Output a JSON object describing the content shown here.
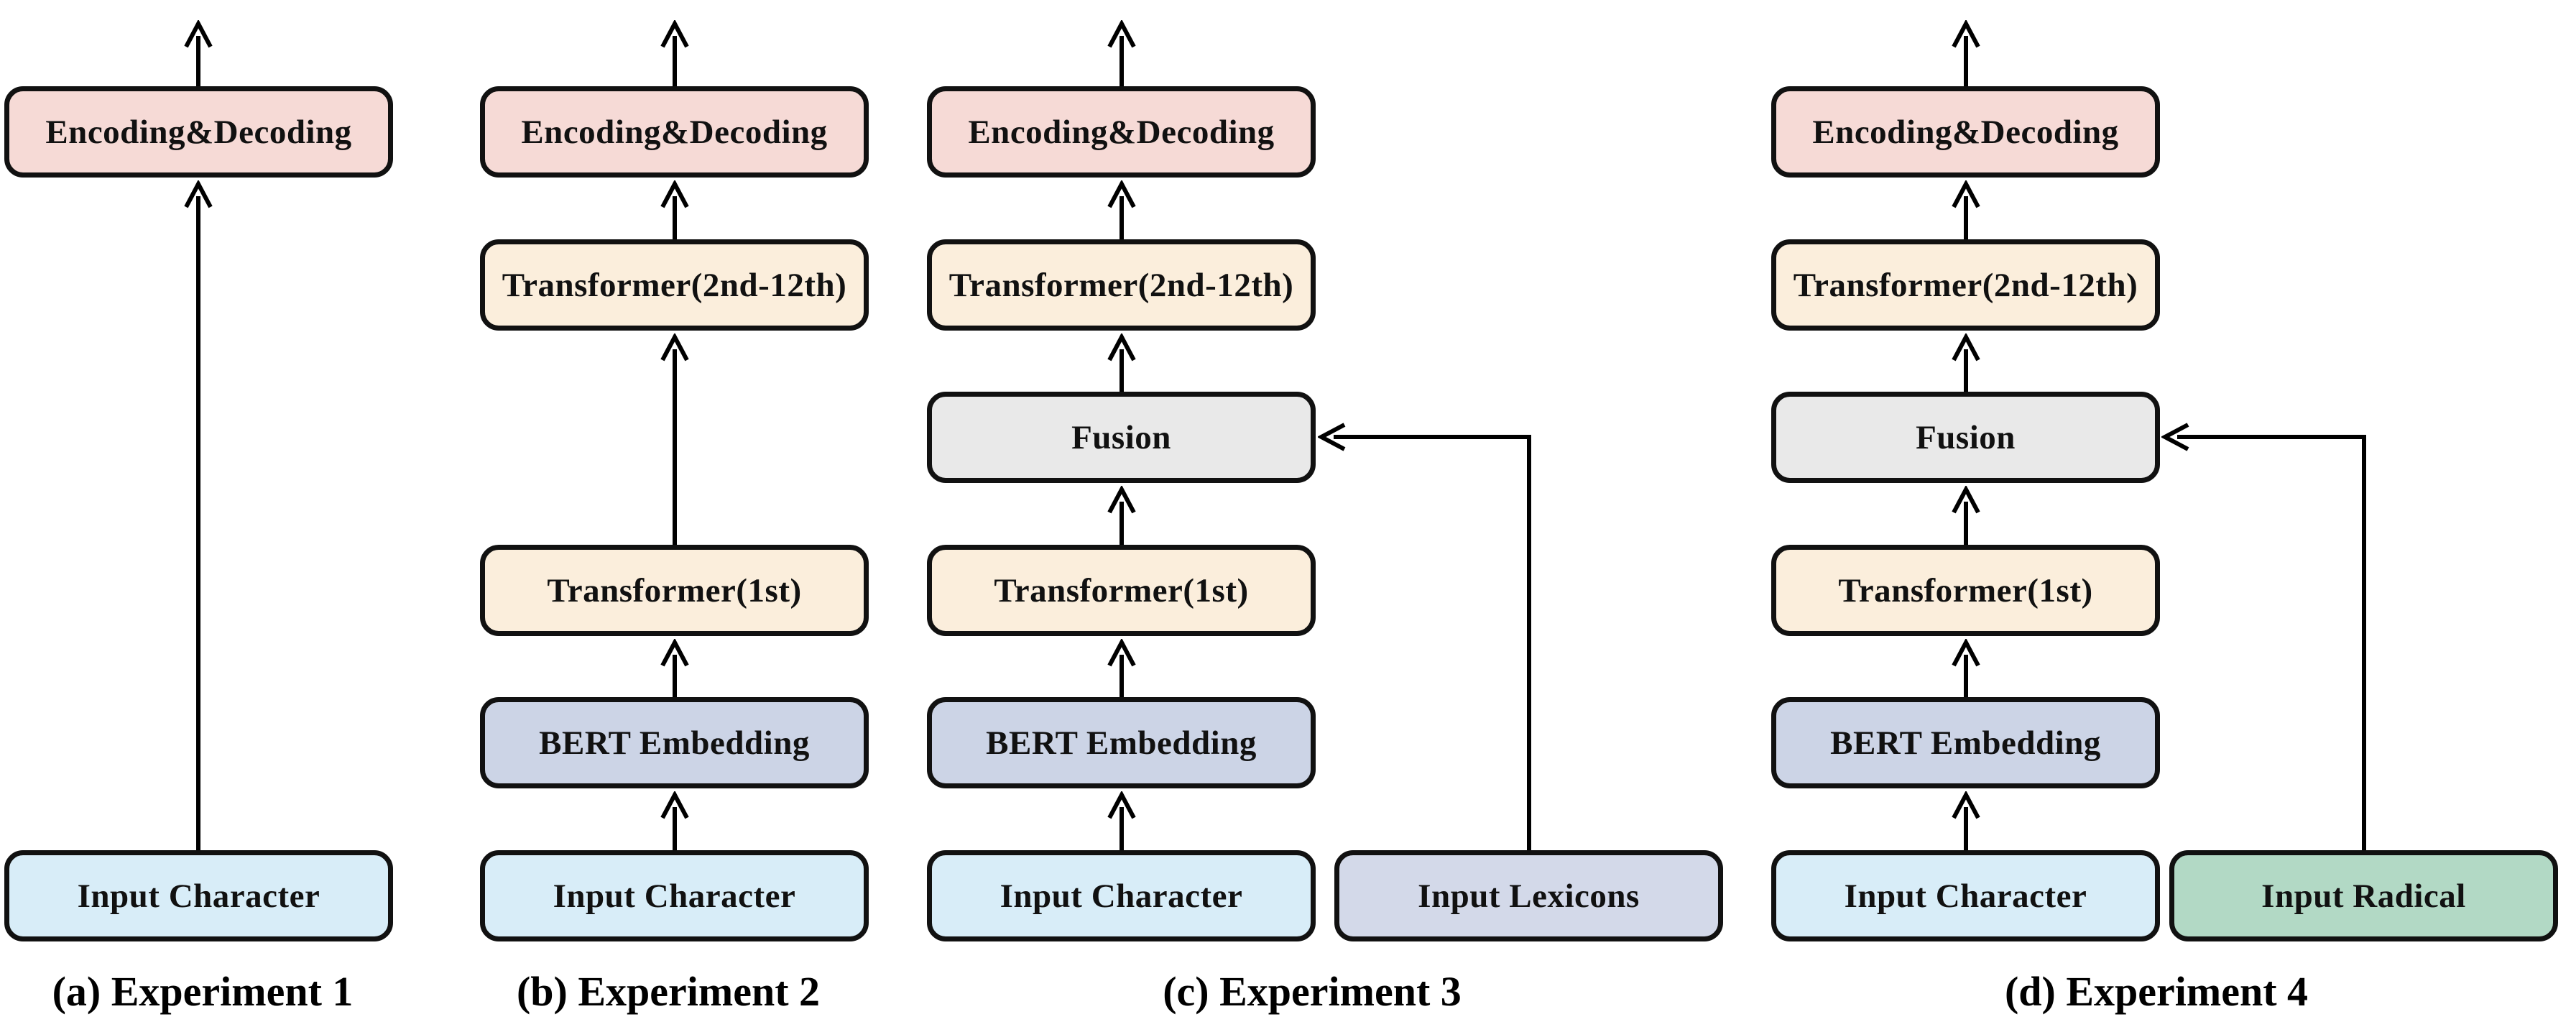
{
  "diagram": {
    "title": "BERT experiment architectures",
    "background": "#ffffff",
    "palette": {
      "encoding_decoding": "#f6dad6",
      "transformer": "#fbeedc",
      "fusion": "#e9e9e9",
      "bert_embedding": "#ccd4e6",
      "input_character": "#d8edf8",
      "input_lexicons": "#d3d9e9",
      "input_radical": "#b2d9c5",
      "box_border": "#111111",
      "arrow": "#000000"
    },
    "columns": [
      {
        "caption": "(a) Experiment 1",
        "boxes": {
          "encoding_decoding": "Encoding&Decoding",
          "input_character": "Input Character"
        }
      },
      {
        "caption": "(b) Experiment 2",
        "boxes": {
          "encoding_decoding": "Encoding&Decoding",
          "transformer_2nd_12th": "Transformer(2nd-12th)",
          "transformer_1st": "Transformer(1st)",
          "bert_embedding": "BERT Embedding",
          "input_character": "Input Character"
        }
      },
      {
        "caption": "(c) Experiment 3",
        "boxes": {
          "encoding_decoding": "Encoding&Decoding",
          "transformer_2nd_12th": "Transformer(2nd-12th)",
          "fusion": "Fusion",
          "transformer_1st": "Transformer(1st)",
          "bert_embedding": "BERT Embedding",
          "input_character": "Input Character",
          "input_lexicons": "Input Lexicons"
        }
      },
      {
        "caption": "(d) Experiment 4",
        "boxes": {
          "encoding_decoding": "Encoding&Decoding",
          "transformer_2nd_12th": "Transformer(2nd-12th)",
          "fusion": "Fusion",
          "transformer_1st": "Transformer(1st)",
          "bert_embedding": "BERT Embedding",
          "input_character": "Input Character",
          "input_radical": "Input Radical"
        }
      }
    ]
  }
}
